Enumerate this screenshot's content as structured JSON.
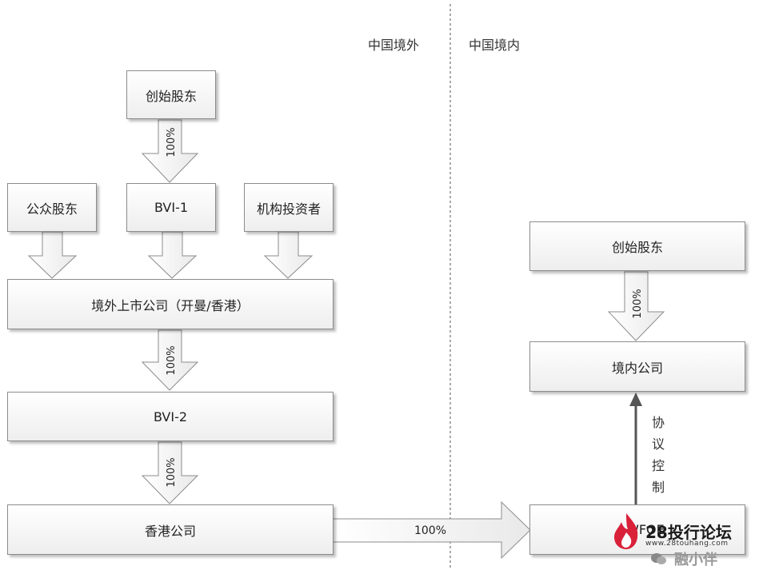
{
  "regions": {
    "overseas": "中国境外",
    "domestic": "中国境内"
  },
  "nodes": {
    "founders_offshore": "创始股东",
    "public_shareholders": "公众股东",
    "bvi1": "BVI-1",
    "institutional_investors": "机构投资者",
    "listed_company": "境外上市公司（开曼/香港）",
    "bvi2": "BVI-2",
    "hk_company": "香港公司",
    "founders_onshore": "创始股东",
    "domestic_company": "境内公司",
    "wfoe": "WFOE"
  },
  "edges": {
    "founders_to_bvi1": "100%",
    "listed_to_bvi2": "100%",
    "bvi2_to_hk": "100%",
    "hk_to_wfoe": "100%",
    "founders_to_domestic": "100%",
    "wfoe_to_domestic": "协议控制"
  },
  "control_chars": [
    "协",
    "议",
    "控",
    "制"
  ],
  "watermark": {
    "brand": "28投行论坛",
    "url": "www.28touhang.com",
    "account": "融小伴"
  },
  "colors": {
    "border": "#8c8c8c",
    "arrow_fill": "#f4f4f4",
    "brand_red": "#d9213a"
  }
}
